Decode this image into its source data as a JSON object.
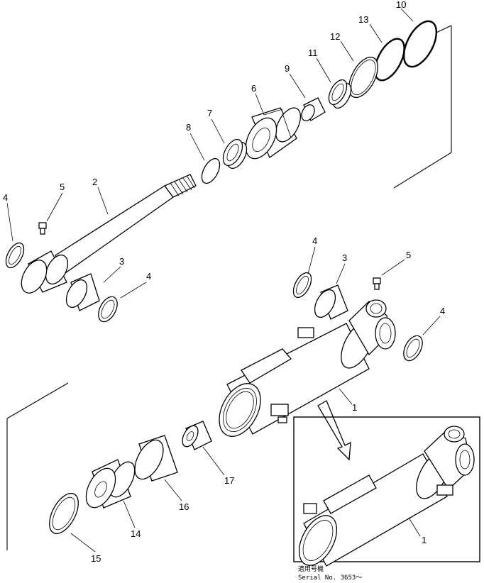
{
  "callouts": {
    "n10": "10",
    "n13": "13",
    "n12": "12",
    "n11": "11",
    "n9": "9",
    "n6": "6",
    "n7": "7",
    "n8": "8",
    "n5a": "5",
    "n2": "2",
    "n4a": "4",
    "n3a": "3",
    "n4b": "4",
    "n4c": "4",
    "n3b": "3",
    "n5b": "5",
    "n4d": "4",
    "n1a": "1",
    "n17": "17",
    "n16": "16",
    "n14": "14",
    "n15": "15",
    "n1b": "1"
  },
  "inset": {
    "note_jp": "適用号機",
    "serial": "Serial  No.  3653～"
  }
}
